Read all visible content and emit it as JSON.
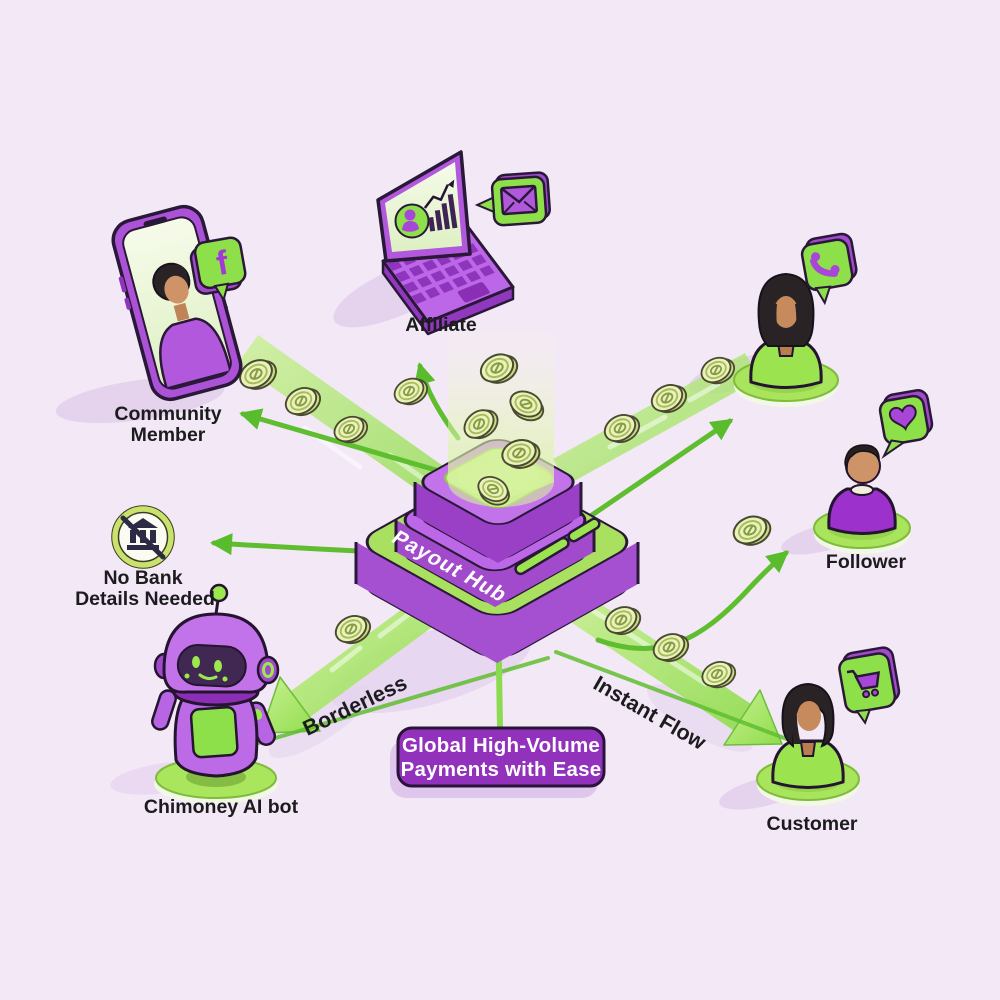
{
  "scene": {
    "background_color": "#F3E8F6",
    "hub": {
      "label": "Payout Hub"
    },
    "banner": {
      "line1": "Global High-Volume",
      "line2": "Payments with Ease"
    },
    "flows": {
      "borderless_label": "Borderless",
      "instant_flow_label": "Instant Flow"
    },
    "nodes": {
      "community_member": {
        "label_line1": "Community",
        "label_line2": "Member"
      },
      "affiliate": {
        "label": "Affiliate"
      },
      "follower": {
        "label": "Follower"
      },
      "customer": {
        "label": "Customer"
      },
      "chimoney_ai_bot": {
        "label": "Chimoney AI bot"
      },
      "no_bank": {
        "label_line1": "No Bank",
        "label_line2": "Details Needed"
      }
    },
    "glyphs": {
      "facebook": "f"
    },
    "icons": [
      "facebook-bubble-icon",
      "mail-bubble-icon",
      "phone-call-bubble-icon",
      "heart-bubble-icon",
      "shopping-cart-bubble-icon",
      "no-bank-icon",
      "coin-icon",
      "robot",
      "smartphone",
      "laptop"
    ],
    "colors": {
      "purple": "#A44ED0",
      "purple_dark": "#8F35BD",
      "purple_light": "#C273EA",
      "green": "#8EE04A",
      "green_arrow": "#58BC2D",
      "coin_face": "#E8F2BA",
      "banner_purple": "#9232BC",
      "outline": "#241430",
      "label_ink": "#1C1C1E"
    }
  }
}
